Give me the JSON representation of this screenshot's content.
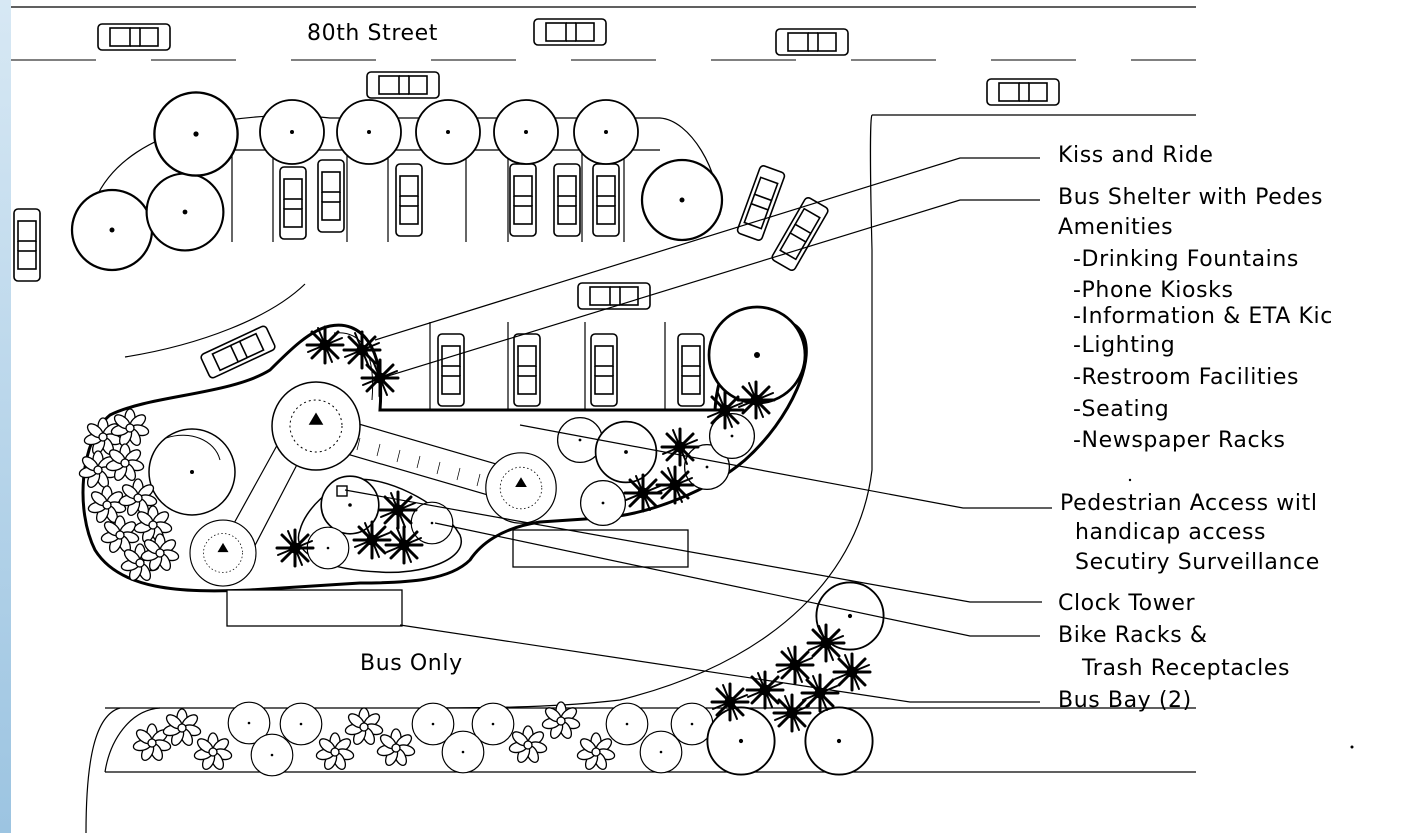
{
  "street": {
    "name": "80th Street"
  },
  "bus_lane": {
    "label": "Bus Only"
  },
  "callouts": {
    "kiss_and_ride": "Kiss and Ride",
    "bus_shelter_line1": "Bus Shelter with Pedes",
    "bus_shelter_line2": "Amenities",
    "amenities": [
      "-Drinking Fountains",
      "-Phone Kiosks",
      "-Information & ETA Kic",
      "-Lighting",
      "-Restroom Facilities",
      "-Seating",
      "-Newspaper Racks"
    ],
    "pedestrian_line1": "Pedestrian Access witl",
    "pedestrian_line2": "handicap access",
    "pedestrian_line3": "Secutiry Surveillance",
    "clock_tower": "Clock Tower",
    "bike_racks_line1": "Bike Racks &",
    "bike_racks_line2": "Trash Receptacles",
    "bus_bay": "Bus Bay (2)"
  },
  "colors": {
    "ink": "#000000",
    "paper": "#ffffff",
    "edge_strip": "#a9cbe4"
  }
}
